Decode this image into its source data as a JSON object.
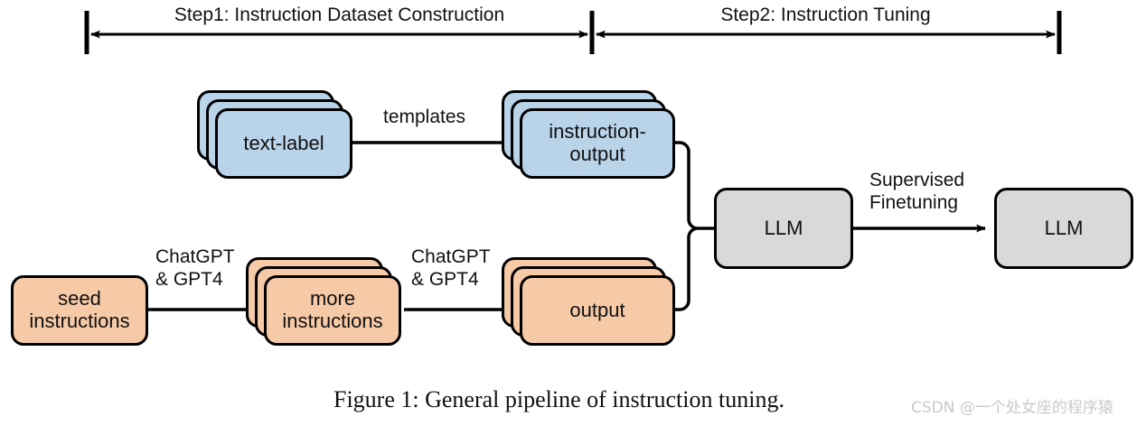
{
  "figure": {
    "caption": "Figure 1: General pipeline of instruction tuning.",
    "watermark": "CSDN @一个处女座的程序猿",
    "colors": {
      "blue_fill": "#b9d3e9",
      "orange_fill": "#f6c9a7",
      "gray_fill": "#d9d9d9",
      "stroke": "#000000",
      "background": "#ffffff",
      "watermark": "#c9c9c9"
    }
  },
  "steps": [
    {
      "id": "step1",
      "label": "Step1: Instruction Dataset Construction"
    },
    {
      "id": "step2",
      "label": "Step2: Instruction Tuning"
    }
  ],
  "nodes": [
    {
      "id": "text-label",
      "label": "text-label",
      "style": "blue",
      "stacked": true
    },
    {
      "id": "instruction-output",
      "label": "instruction-\noutput",
      "style": "blue",
      "stacked": true
    },
    {
      "id": "seed-instructions",
      "label": "seed\ninstructions",
      "style": "orange",
      "stacked": false
    },
    {
      "id": "more-instructions",
      "label": "more\ninstructions",
      "style": "orange",
      "stacked": true
    },
    {
      "id": "output",
      "label": "output",
      "style": "orange",
      "stacked": true
    },
    {
      "id": "llm-base",
      "label": "LLM",
      "style": "gray",
      "stacked": false
    },
    {
      "id": "llm-tuned",
      "label": "LLM",
      "style": "gray",
      "stacked": false
    }
  ],
  "edges": [
    {
      "id": "templates",
      "label": "templates",
      "from": "text-label",
      "to": "instruction-output"
    },
    {
      "id": "chatgpt-gpt4-1",
      "label": "ChatGPT\n& GPT4",
      "from": "seed-instructions",
      "to": "more-instructions"
    },
    {
      "id": "chatgpt-gpt4-2",
      "label": "ChatGPT\n& GPT4",
      "from": "more-instructions",
      "to": "output"
    },
    {
      "id": "merge-to-llm",
      "label": "",
      "from": "instruction-output",
      "to": "llm-base"
    },
    {
      "id": "supervised-ft",
      "label": "Supervised\nFinetuning",
      "from": "llm-base",
      "to": "llm-tuned"
    }
  ]
}
